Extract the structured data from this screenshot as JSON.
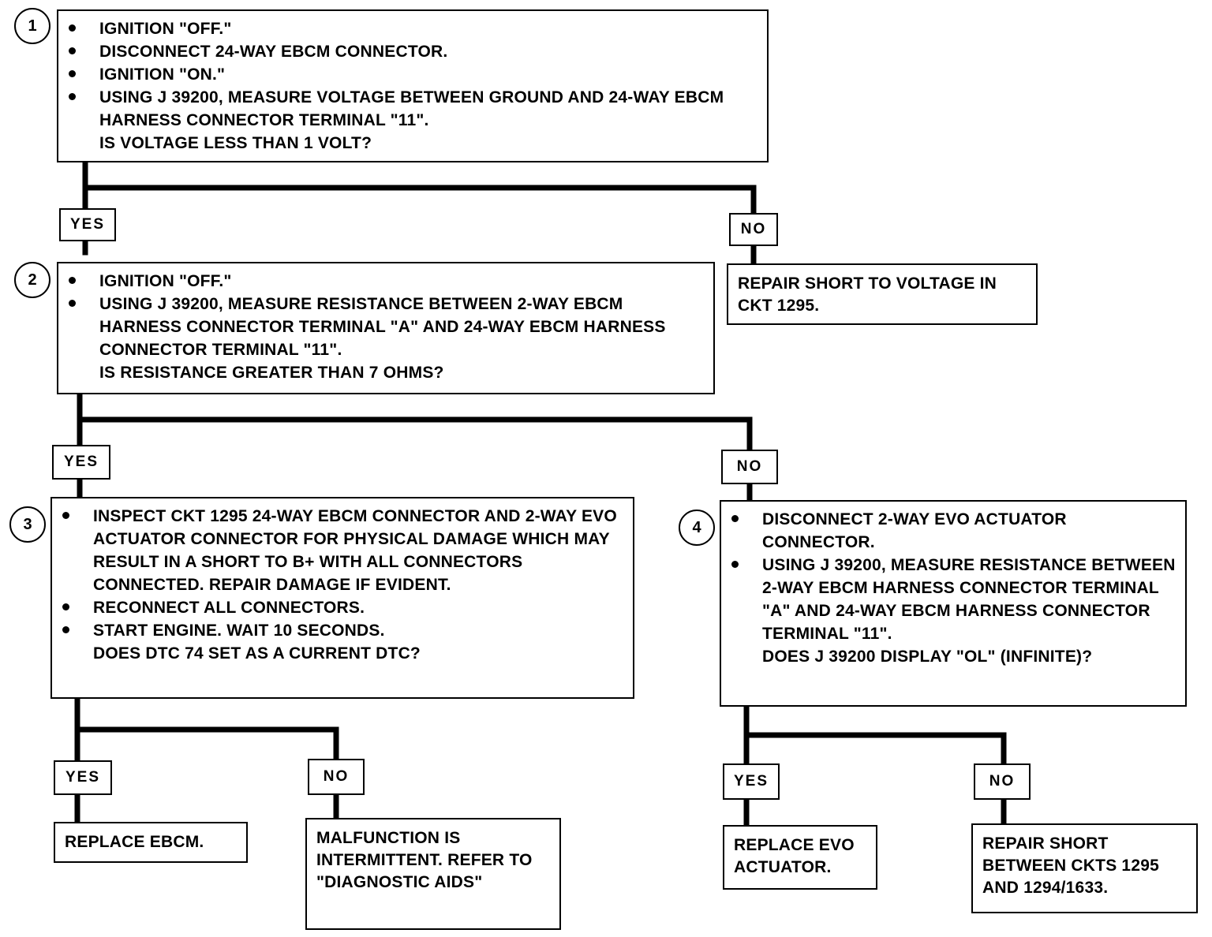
{
  "steps": [
    {
      "number": "1",
      "bullets": [
        "IGNITION \"OFF.\"",
        "DISCONNECT 24-WAY EBCM CONNECTOR.",
        "IGNITION \"ON.\"",
        "USING J 39200, MEASURE VOLTAGE BETWEEN GROUND AND 24-WAY EBCM HARNESS CONNECTOR TERMINAL \"11\"."
      ],
      "question": "IS VOLTAGE LESS THAN 1 VOLT?"
    },
    {
      "number": "2",
      "bullets": [
        "IGNITION \"OFF.\"",
        "USING J 39200, MEASURE RESISTANCE BETWEEN 2-WAY EBCM HARNESS CONNECTOR TERMINAL \"A\" AND 24-WAY EBCM HARNESS CONNECTOR TERMINAL \"11\"."
      ],
      "question": "IS RESISTANCE GREATER THAN 7 OHMS?"
    },
    {
      "number": "3",
      "bullets": [
        "INSPECT CKT 1295 24-WAY EBCM CONNECTOR AND 2-WAY EVO ACTUATOR CONNECTOR FOR PHYSICAL DAMAGE WHICH MAY RESULT IN A SHORT TO B+ WITH ALL CONNECTORS CONNECTED. REPAIR DAMAGE IF EVIDENT.",
        "RECONNECT ALL CONNECTORS.",
        "START ENGINE. WAIT 10 SECONDS."
      ],
      "question": "DOES DTC 74 SET AS A CURRENT DTC?"
    },
    {
      "number": "4",
      "bullets": [
        "DISCONNECT 2-WAY EVO ACTUATOR CONNECTOR.",
        "USING J 39200, MEASURE RESISTANCE BETWEEN 2-WAY EBCM HARNESS CONNECTOR TERMINAL \"A\" AND 24-WAY EBCM HARNESS CONNECTOR TERMINAL \"11\"."
      ],
      "question": "DOES J 39200 DISPLAY \"OL\" (INFINITE)?"
    }
  ],
  "branch_labels": {
    "yes": "YES",
    "no": "NO"
  },
  "actions": {
    "repair_short_voltage": "REPAIR SHORT TO VOLTAGE IN CKT 1295.",
    "replace_ebcm": "REPLACE EBCM.",
    "intermittent": "MALFUNCTION IS INTERMITTENT. REFER TO \"DIAGNOSTIC AIDS\"",
    "replace_evo": "REPLACE EVO ACTUATOR.",
    "repair_short_ckts": "REPAIR SHORT BETWEEN CKTs 1295 AND 1294/1633."
  }
}
